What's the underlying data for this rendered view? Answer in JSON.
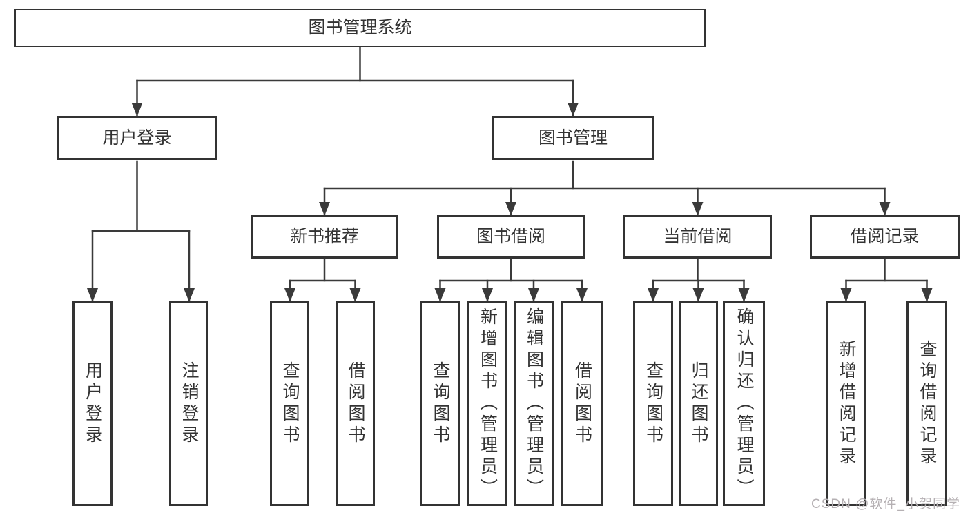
{
  "tree": {
    "root": {
      "label": "图书管理系统"
    },
    "user_login": {
      "label": "用户登录",
      "children": [
        {
          "label": "用户登录"
        },
        {
          "label": "注销登录"
        }
      ]
    },
    "book_management": {
      "label": "图书管理",
      "sections": [
        {
          "label": "新书推荐",
          "children": [
            {
              "label": "查询图书"
            },
            {
              "label": "借阅图书"
            }
          ]
        },
        {
          "label": "图书借阅",
          "children": [
            {
              "label": "查询图书"
            },
            {
              "label": "新增图书（管理员）"
            },
            {
              "label": "编辑图书（管理员）"
            },
            {
              "label": "借阅图书"
            }
          ]
        },
        {
          "label": "当前借阅",
          "children": [
            {
              "label": "查询图书"
            },
            {
              "label": "归还图书"
            },
            {
              "label": "确认归还（管理员）"
            }
          ]
        },
        {
          "label": "借阅记录",
          "children": [
            {
              "label": "新增借阅记录"
            },
            {
              "label": "查询借阅记录"
            }
          ]
        }
      ]
    }
  },
  "watermark": {
    "text": "CSDN @软件_小贺同学"
  },
  "colors": {
    "line": "#3a3a3a",
    "border": "#333333",
    "text": "#333333",
    "watermark": "#b5b0b3",
    "background": "#ffffff"
  }
}
